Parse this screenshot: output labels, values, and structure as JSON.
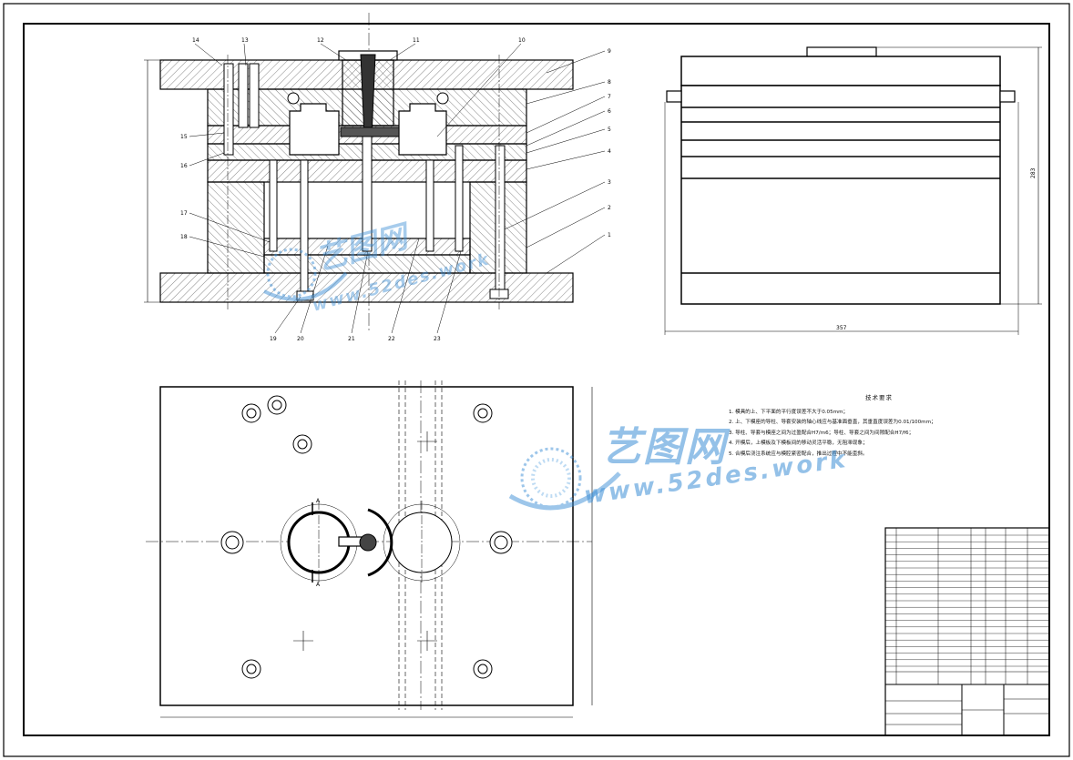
{
  "section_view": {
    "part_numbers_top": [
      "14",
      "13",
      "12",
      "11",
      "10"
    ],
    "part_numbers_right": [
      "9",
      "8",
      "7",
      "6",
      "5",
      "4",
      "3",
      "2",
      "1"
    ],
    "part_numbers_left": [
      "15",
      "16",
      "17",
      "18"
    ],
    "part_numbers_bottom": [
      "19",
      "20",
      "21",
      "22",
      "23"
    ]
  },
  "side_view": {
    "dim_width": "357",
    "dim_height": "283"
  },
  "plan_view": {
    "section_marker": "A"
  },
  "technical_requirements": {
    "title": "技术要求",
    "items": [
      "1. 模具的上、下平面的平行度误差不大于0.05mm；",
      "2. 上、下模座的导柱、导套安装的轴心线应与基准面垂直，其垂直度误差为0.01/100mm；",
      "3. 导柱、导套与模座之间为过盈配合H7/m6；导柱、导套之间为间隙配合H7/f6；",
      "4. 开模后，上模板及下模板间的移动灵活平稳，无阻滞现象；",
      "5. 合模后浇注系统应与模腔紧密配合，推出过程中不能歪斜。"
    ]
  },
  "watermark": {
    "cn": "艺图网",
    "url": "www.52des.work"
  },
  "colors": {
    "line": "#000000",
    "hatch": "#333333",
    "watermark": "#3d8fd6"
  }
}
